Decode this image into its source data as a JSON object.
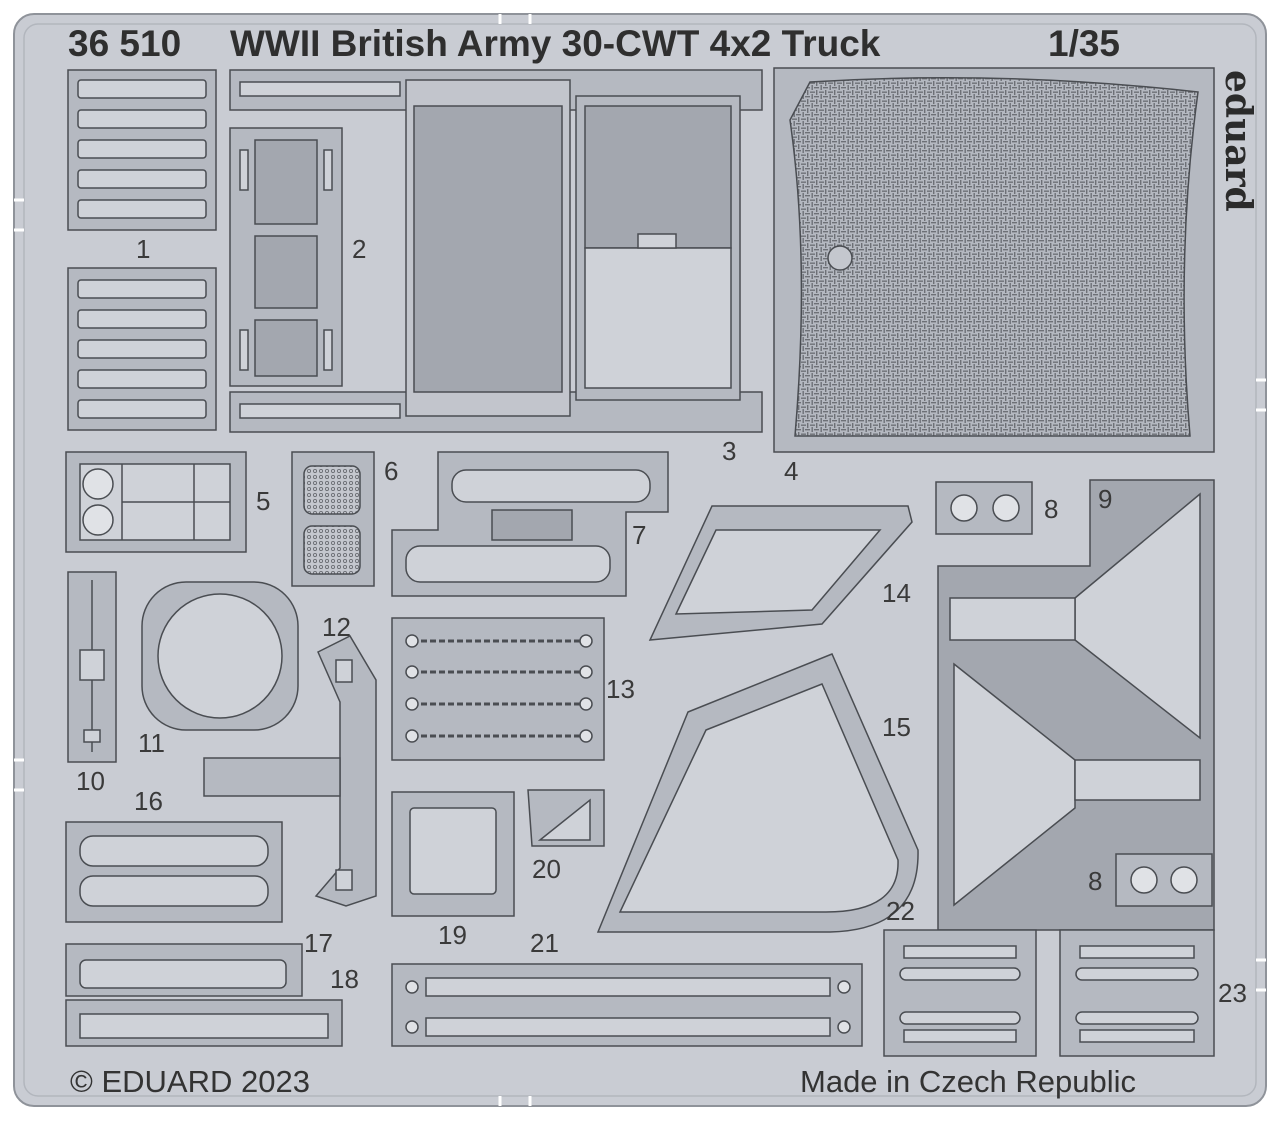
{
  "sheet": {
    "product_number": "36 510",
    "title": "WWII British Army 30-CWT 4x2 Truck",
    "scale": "1/35",
    "brand": "eduard",
    "copyright": "© EDUARD 2023",
    "origin": "Made in Czech Republic"
  },
  "part_numbers": {
    "p1": "1",
    "p2": "2",
    "p3": "3",
    "p4": "4",
    "p5": "5",
    "p6": "6",
    "p7": "7",
    "p8a": "8",
    "p8b": "8",
    "p9": "9",
    "p10": "10",
    "p11": "11",
    "p12": "12",
    "p13": "13",
    "p14": "14",
    "p15": "15",
    "p16": "16",
    "p17": "17",
    "p18": "18",
    "p19": "19",
    "p20": "20",
    "p21": "21",
    "p22": "22",
    "p23": "23"
  },
  "colors": {
    "fret": "#c9ccd3",
    "fret_edge": "#a7abb3",
    "part_face": "#b5b9c1",
    "dark_face": "#a3a7af",
    "part_outline": "#4a4d52",
    "paper": "#ffffff"
  }
}
